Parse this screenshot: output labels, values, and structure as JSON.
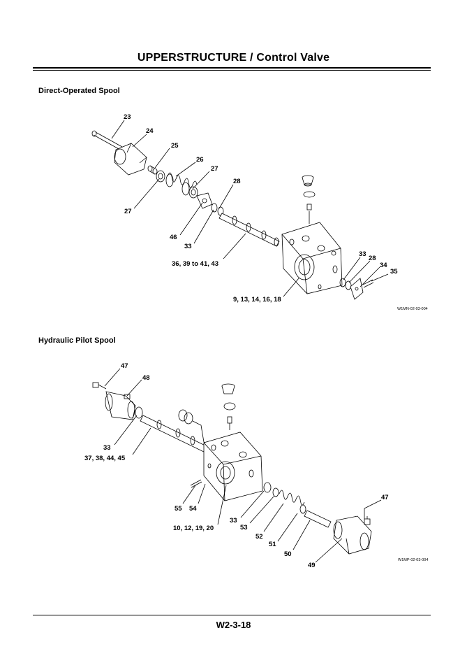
{
  "header": {
    "title": "UPPERSTRUCTURE / Control Valve"
  },
  "sections": [
    {
      "title": "Direct-Operated Spool",
      "figure_code": "W1MN-02-03-004",
      "labels": [
        "23",
        "24",
        "25",
        "26",
        "27",
        "27",
        "28",
        "46",
        "33",
        "36, 39 to 41, 43",
        "9, 13, 14, 16, 18",
        "33",
        "28",
        "34",
        "35"
      ]
    },
    {
      "title": "Hydraulic Pilot Spool",
      "figure_code": "W1MP-02-03-004",
      "labels": [
        "47",
        "48",
        "33",
        "37, 38, 44, 45",
        "55",
        "54",
        "10, 12, 19, 20",
        "33",
        "53",
        "52",
        "51",
        "50",
        "47",
        "49"
      ]
    }
  ],
  "footer": {
    "page_number": "W2-3-18"
  }
}
